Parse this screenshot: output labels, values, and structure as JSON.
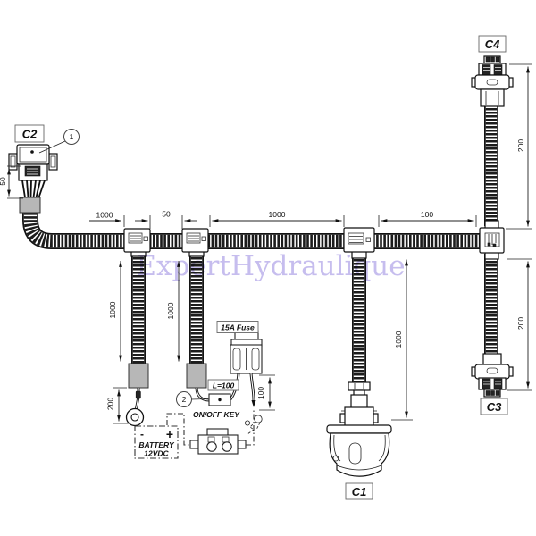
{
  "watermark": "ExpertHydraulique",
  "labels": {
    "c1": "C1",
    "c2": "C2",
    "c3": "C3",
    "c4": "C4",
    "callout1": "1",
    "callout2": "2",
    "fuse": "15A Fuse",
    "length_note": "L=100",
    "switch": "ON/OFF KEY",
    "battery_line1": "BATTERY",
    "battery_line2": "12VDC",
    "battery_minus": "-",
    "battery_plus": "+"
  },
  "dims": {
    "c2_tail": "50",
    "trunk_seg1": "1000",
    "trunk_seg2": "50",
    "trunk_seg3": "1000",
    "trunk_seg4": "100",
    "c4_drop": "200",
    "c3_drop": "200",
    "branch1": "1000",
    "branch2": "1000",
    "branch3": "1000",
    "battery_lead": "200",
    "fuse_lead": "100"
  }
}
